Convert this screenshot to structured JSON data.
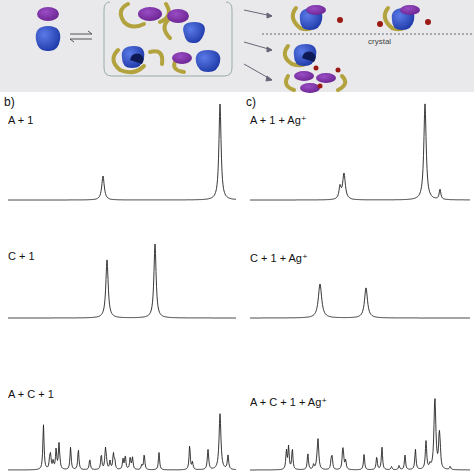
{
  "diagram": {
    "labels": [
      "crystal",
      "b)",
      "c)",
      "A + 1",
      "C + 1",
      "A + C + 1",
      "A + 1 + Ag⁺",
      "C + 1 + Ag⁺",
      "A + C + 1 + Ag⁺"
    ]
  }
}
